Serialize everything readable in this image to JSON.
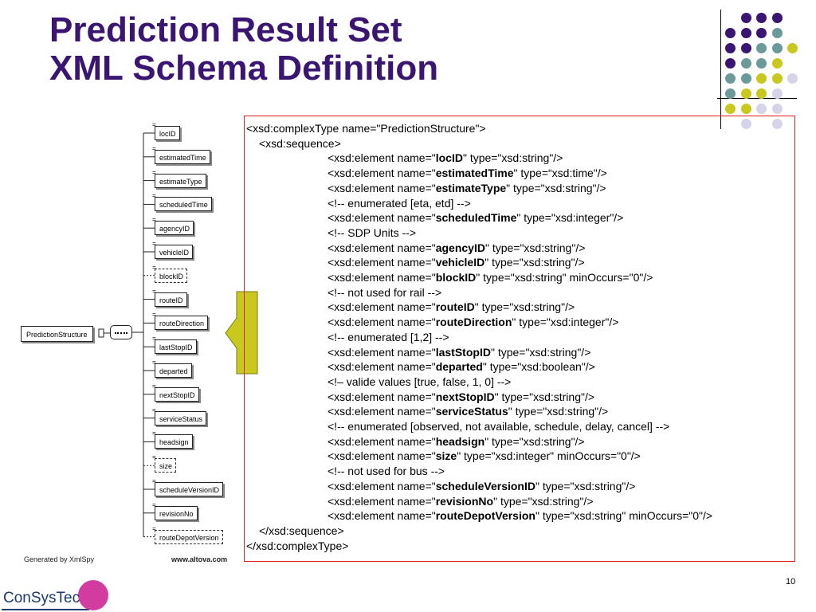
{
  "title": {
    "line1": "Prediction Result Set",
    "line2": "XML Schema Definition"
  },
  "colors": {
    "title": "#3b1572",
    "purple_dot": "#3b1572",
    "teal_dot": "#6a9a9a",
    "yellow_dot": "#c8c81e",
    "lavender_dot": "#d6d4e8",
    "code_border": "#e02020",
    "arrow_fill": "#c8c81e",
    "logo_circle": "#d23c9f"
  },
  "code": {
    "open_complex": "<xsd:complexType name=\"PredictionStructure\">",
    "open_sequence": "<xsd:sequence>",
    "close_sequence": "</xsd:sequence>",
    "close_complex": "</xsd:complexType>",
    "element_prefix": "<xsd:element name=\"",
    "lines": [
      {
        "kind": "element",
        "name": "locID",
        "rest": "\" type=\"xsd:string\"/>"
      },
      {
        "kind": "element",
        "name": "estimatedTime",
        "rest": "\" type=“xsd:time\"/>"
      },
      {
        "kind": "element",
        "name": "estimateType",
        "rest": "\" type=\"xsd:string\"/>"
      },
      {
        "kind": "comment",
        "text": "<!-- enumerated [eta, etd] -->"
      },
      {
        "kind": "element",
        "name": "scheduledTime",
        "rest": "\" type=\"xsd:integer\"/>"
      },
      {
        "kind": "comment",
        "text": "<!-- SDP Units -->"
      },
      {
        "kind": "element",
        "name": "agencyID",
        "rest": "\" type=\"xsd:string\"/>"
      },
      {
        "kind": "element",
        "name": "vehicleID",
        "rest": "\" type=\"xsd:string\"/>"
      },
      {
        "kind": "element",
        "name": "blockID",
        "rest": "\" type=\"xsd:string\" minOccurs=\"0\"/>"
      },
      {
        "kind": "comment",
        "text": "<!-- not used for rail -->"
      },
      {
        "kind": "element",
        "name": "routeID",
        "rest": "\" type=\"xsd:string\"/>"
      },
      {
        "kind": "element",
        "name": "routeDirection",
        "rest": "\" type=\"xsd:integer\"/>"
      },
      {
        "kind": "comment",
        "text": "<!-- enumerated [1,2] -->"
      },
      {
        "kind": "element",
        "name": "lastStopID",
        "rest": "\" type=\"xsd:string\"/>"
      },
      {
        "kind": "element",
        "name": "departed",
        "rest": "\" type=\"xsd:boolean\"/>"
      },
      {
        "kind": "comment",
        "text": "<!– valide values [true, false, 1, 0] -->"
      },
      {
        "kind": "element",
        "name": "nextStopID",
        "rest": "\" type=\"xsd:string\"/>"
      },
      {
        "kind": "element",
        "name": "serviceStatus",
        "rest": "\" type=\"xsd:string\"/>"
      },
      {
        "kind": "comment",
        "text": "<!-- enumerated [observed, not available, schedule, delay, cancel] -->"
      },
      {
        "kind": "element",
        "name": "headsign",
        "rest": "\" type=\"xsd:string\"/>"
      },
      {
        "kind": "element",
        "name": "size",
        "rest": "\" type=\"xsd:integer\" minOccurs=\"0\"/>"
      },
      {
        "kind": "comment",
        "text": "<!-- not used for bus -->"
      },
      {
        "kind": "element",
        "name": "scheduleVersionID",
        "rest": "\" type=\"xsd:string\"/>"
      },
      {
        "kind": "element",
        "name": "revisionNo",
        "rest": "\" type=\"xsd:string\"/>"
      },
      {
        "kind": "element",
        "name": "routeDepotVersion",
        "rest": "\" type=\"xsd:string\" minOccurs=\"0\"/>"
      }
    ]
  },
  "diagram": {
    "root_label": "PredictionStructure",
    "eq_glyph": "=",
    "elements": [
      {
        "label": "locID",
        "optional": false
      },
      {
        "label": "estimatedTime",
        "optional": false
      },
      {
        "label": "estimateType",
        "optional": false
      },
      {
        "label": "scheduledTime",
        "optional": false
      },
      {
        "label": "agencyID",
        "optional": false
      },
      {
        "label": "vehicleID",
        "optional": false
      },
      {
        "label": "blockID",
        "optional": true
      },
      {
        "label": "routeID",
        "optional": false
      },
      {
        "label": "routeDirection",
        "optional": false
      },
      {
        "label": "lastStopID",
        "optional": false
      },
      {
        "label": "departed",
        "optional": false
      },
      {
        "label": "nextStopID",
        "optional": false
      },
      {
        "label": "serviceStatus",
        "optional": false
      },
      {
        "label": "headsign",
        "optional": false
      },
      {
        "label": "size",
        "optional": true
      },
      {
        "label": "scheduleVersionID",
        "optional": false
      },
      {
        "label": "revisionNo",
        "optional": false
      },
      {
        "label": "routeDepotVersion",
        "optional": true
      }
    ],
    "footer_left": "Generated by XmlSpy",
    "footer_right": "www.altova.com"
  },
  "logo": {
    "text": "ConSysTec"
  },
  "page_number": "10"
}
